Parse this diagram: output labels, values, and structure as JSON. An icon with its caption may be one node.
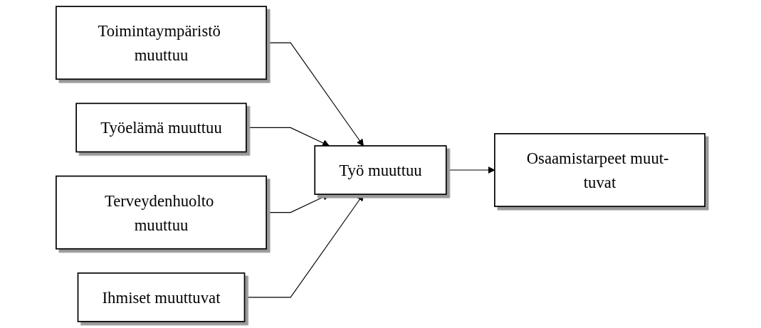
{
  "diagram": {
    "nodes": [
      {
        "text": [
          "Toimintaympäristö muuttuu"
        ]
      },
      {
        "text": [
          "Työelämä muuttuu"
        ]
      },
      {
        "text": [
          "Terveydenhuolto muuttuu"
        ]
      },
      {
        "text": [
          "Ihmiset muuttuvat"
        ]
      },
      {
        "text": [
          "Työ muuttuu"
        ]
      },
      {
        "text": [
          "Osaamistarpeet muut- tuvat"
        ]
      }
    ],
    "edges": [
      {
        "from": 0,
        "to": 4,
        "arrow": "to"
      },
      {
        "from": 1,
        "to": 4,
        "arrow": "to"
      },
      {
        "from": 2,
        "to": 4,
        "arrow": "to"
      },
      {
        "from": 3,
        "to": 4,
        "arrow": "to"
      },
      {
        "from": 4,
        "to": 5,
        "arrow": "to"
      }
    ]
  }
}
